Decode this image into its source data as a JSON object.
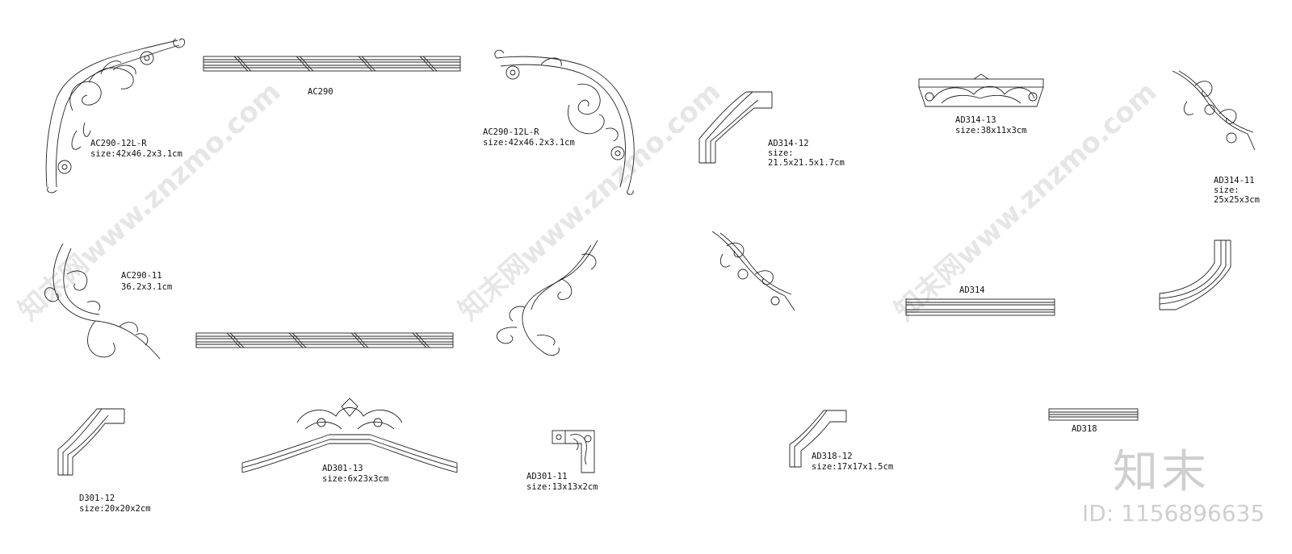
{
  "watermark": {
    "text": "知末网www.znzmo.com"
  },
  "brand": {
    "logo": "知末",
    "id": "ID: 1156896635"
  },
  "labels": {
    "ac290_12lr_a": {
      "code": "AC290-12L-R",
      "size": "size:42x46.2x3.1cm"
    },
    "ac290": {
      "code": "AC290"
    },
    "ac290_12lr_b": {
      "code": "AC290-12L-R",
      "size": "size:42x46.2x3.1cm"
    },
    "ad314_12": {
      "code": "AD314-12",
      "size_label": "size:",
      "size": "21.5x21.5x1.7cm"
    },
    "ad314_13": {
      "code": "AD314-13",
      "size": "size:38x11x3cm"
    },
    "ad314_11": {
      "code": "AD314-11",
      "size_label": "size:",
      "size": "25x25x3cm"
    },
    "ac290_11": {
      "code": "AC290-11",
      "size": "36.2x3.1cm"
    },
    "ad314": {
      "code": "AD314"
    },
    "d301_12": {
      "code": "D301-12",
      "size": "size:20x20x2cm"
    },
    "ad301_13": {
      "code": "AD301-13",
      "size": "size:6x23x3cm"
    },
    "ad301_11": {
      "code": "AD301-11",
      "size": "size:13x13x2cm"
    },
    "ad318_12": {
      "code": "AD318-12",
      "size": "size:17x17x1.5cm"
    },
    "ad318": {
      "code": "AD318"
    }
  }
}
